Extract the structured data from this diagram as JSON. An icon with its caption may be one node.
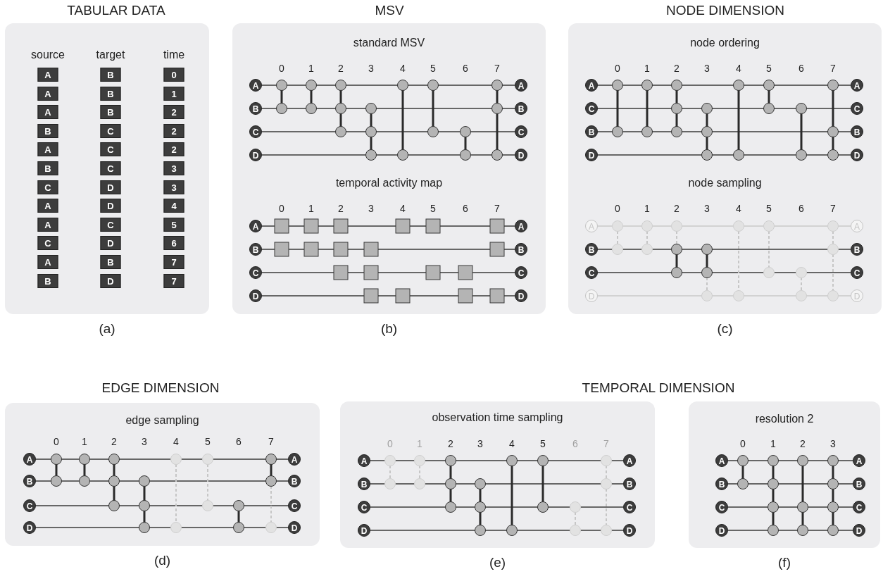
{
  "diagram": {
    "nodes": [
      {
        "text": [],
        "shape": "box",
        "beside": [
          "(a)"
        ]
      },
      {
        "text": [
          "standard MSV",
          "temporal activity map"
        ],
        "beside": [
          "(b)"
        ]
      },
      {
        "text": [
          "A"
        ],
        "in": 1
      },
      {
        "text": [
          "A"
        ],
        "in": 1
      },
      {
        "text": [
          "B"
        ],
        "in": 1
      },
      {
        "text": [
          "B"
        ],
        "in": 1
      },
      {
        "text": [
          "C"
        ],
        "in": 1
      },
      {
        "text": [
          "C"
        ],
        "in": 1
      },
      {
        "text": [
          "D"
        ],
        "in": 1
      },
      {
        "text": [
          "D"
        ],
        "in": 1
      },
      {
        "text": [
          "A"
        ],
        "in": 1
      },
      {
        "text": [
          "A"
        ],
        "in": 1
      },
      {
        "text": [
          "B"
        ],
        "in": 1
      },
      {
        "text": [
          "B"
        ],
        "in": 1
      },
      {
        "text": [
          "C"
        ],
        "in": 1
      },
      {
        "text": [
          "C"
        ],
        "in": 1
      },
      {
        "text": [
          "D"
        ],
        "in": 1
      },
      {
        "text": [
          "D"
        ],
        "in": 1
      },
      {
        "text": [
          "node ordering",
          "node sampling"
        ],
        "beside": [
          "(c)"
        ]
      },
      {
        "text": [
          "A"
        ],
        "in": 18
      },
      {
        "text": [
          "A"
        ],
        "in": 18
      },
      {
        "text": [
          "C"
        ],
        "in": 18
      },
      {
        "text": [
          "C"
        ],
        "in": 18
      },
      {
        "text": [
          "B"
        ],
        "in": 18
      },
      {
        "text": [
          "B"
        ],
        "in": 18
      },
      {
        "text": [
          "D"
        ],
        "in": 18
      },
      {
        "text": [
          "D"
        ],
        "in": 18
      },
      {
        "text": [
          "A"
        ],
        "in": 18
      },
      {
        "text": [
          "A"
        ],
        "in": 18
      },
      {
        "text": [
          "B"
        ],
        "in": 18
      },
      {
        "text": [
          "B"
        ],
        "in": 18
      },
      {
        "text": [
          "C"
        ],
        "in": 18
      },
      {
        "text": [
          "C"
        ],
        "in": 18
      },
      {
        "text": [
          "D"
        ],
        "in": 18
      },
      {
        "text": [
          "D"
        ],
        "in": 18
      },
      {
        "text": [
          "edge sampling"
        ],
        "beside": [
          "(d)"
        ]
      },
      {
        "text": [
          "A"
        ],
        "in": 35
      },
      {
        "text": [
          "A"
        ],
        "in": 35
      },
      {
        "text": [
          "B"
        ],
        "in": 35
      },
      {
        "text": [
          "B"
        ],
        "in": 35
      },
      {
        "text": [
          "C"
        ],
        "in": 35
      },
      {
        "text": [
          "C"
        ],
        "in": 35
      },
      {
        "text": [
          "D"
        ],
        "in": 35
      },
      {
        "text": [
          "D"
        ],
        "in": 35
      },
      {
        "text": [
          "observation time sampling"
        ],
        "beside": [
          "(e)"
        ]
      },
      {
        "text": [
          "A"
        ],
        "in": 44
      },
      {
        "text": [
          "A"
        ],
        "in": 44
      },
      {
        "text": [
          "B"
        ],
        "in": 44
      },
      {
        "text": [
          "B"
        ],
        "in": 44
      },
      {
        "text": [
          "C"
        ],
        "in": 44
      },
      {
        "text": [
          "C"
        ],
        "in": 44
      },
      {
        "text": [
          "D"
        ],
        "in": 44
      },
      {
        "text": [
          "D"
        ],
        "in": 44
      },
      {
        "text": [
          "resolution 2"
        ],
        "beside": [
          "(f)"
        ]
      },
      {
        "text": [
          "A"
        ],
        "in": 53
      },
      {
        "text": [
          "A"
        ],
        "in": 53
      },
      {
        "text": [
          "B"
        ],
        "in": 53
      },
      {
        "text": [
          "B"
        ],
        "in": 53
      },
      {
        "text": [
          "C"
        ],
        "in": 53
      },
      {
        "text": [
          "C"
        ],
        "in": 53
      },
      {
        "text": [
          "D"
        ],
        "in": 53
      },
      {
        "text": [
          "D"
        ],
        "in": 53
      }
    ],
    "edges": [
      {
        "from": 2,
        "to": 3,
        "arrow": "none"
      },
      {
        "from": 4,
        "to": 5,
        "arrow": "none"
      },
      {
        "from": 6,
        "to": 7,
        "arrow": "none"
      },
      {
        "from": 8,
        "to": 9,
        "arrow": "none"
      },
      {
        "from": 10,
        "to": 11,
        "arrow": "none"
      },
      {
        "from": 12,
        "to": 13,
        "arrow": "none"
      },
      {
        "from": 14,
        "to": 15,
        "arrow": "none"
      },
      {
        "from": 16,
        "to": 17,
        "arrow": "none"
      },
      {
        "from": 19,
        "to": 20,
        "arrow": "none"
      },
      {
        "from": 21,
        "to": 22,
        "arrow": "none"
      },
      {
        "from": 23,
        "to": 24,
        "arrow": "none"
      },
      {
        "from": 25,
        "to": 26,
        "arrow": "none"
      },
      {
        "from": 27,
        "to": 28,
        "arrow": "none",
        "color": "#c8c8c8"
      },
      {
        "from": 29,
        "to": 30,
        "arrow": "none"
      },
      {
        "from": 31,
        "to": 32,
        "arrow": "none"
      },
      {
        "from": 33,
        "to": 34,
        "arrow": "none",
        "color": "#c8c8c8"
      },
      {
        "from": 36,
        "to": 37,
        "arrow": "none"
      },
      {
        "from": 38,
        "to": 39,
        "arrow": "none"
      },
      {
        "from": 40,
        "to": 41,
        "arrow": "none"
      },
      {
        "from": 42,
        "to": 43,
        "arrow": "none"
      },
      {
        "from": 45,
        "to": 46,
        "arrow": "none"
      },
      {
        "from": 47,
        "to": 48,
        "arrow": "none"
      },
      {
        "from": 49,
        "to": 50,
        "arrow": "none"
      },
      {
        "from": 51,
        "to": 52,
        "arrow": "none"
      },
      {
        "from": 54,
        "to": 55,
        "arrow": "none"
      },
      {
        "from": 56,
        "to": 57,
        "arrow": "none"
      },
      {
        "from": 58,
        "to": 59,
        "arrow": "none"
      },
      {
        "from": 60,
        "to": 61,
        "arrow": "none"
      }
    ],
    "labels": [
      "TABULAR DATA",
      "MSV",
      "NODE DIMENSION",
      "source",
      "target",
      "time",
      "A",
      "B",
      "0",
      "A",
      "B",
      "1",
      "A",
      "B",
      "2",
      "B",
      "C",
      "2",
      "A",
      "C",
      "2",
      "B",
      "C",
      "3",
      "C",
      "D",
      "3",
      "A",
      "D",
      "4",
      "A",
      "C",
      "5",
      "C",
      "D",
      "6",
      "A",
      "B",
      "7",
      "B",
      "D",
      "7",
      "0",
      "1",
      "2",
      "3",
      "4",
      "5",
      "6",
      "7",
      "0",
      "1",
      "2",
      "3",
      "4",
      "5",
      "6",
      "7",
      "0",
      "1",
      "2",
      "3",
      "4",
      "5",
      "6",
      "7",
      "0",
      "1",
      "2",
      "3",
      "4",
      "5",
      "6",
      "7",
      "EDGE DIMENSION",
      "TEMPORAL DIMENSION",
      "0",
      "1",
      "2",
      "3",
      "4",
      "5",
      "6",
      "7",
      "0",
      "1",
      "2",
      "3",
      "4",
      "5",
      "6",
      "7",
      "0",
      "1",
      "2",
      "3"
    ]
  }
}
